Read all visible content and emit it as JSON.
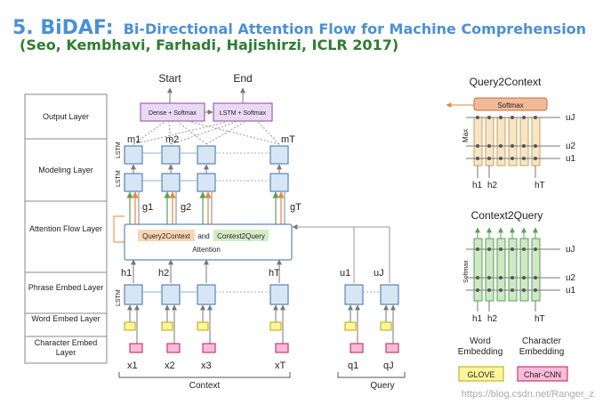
{
  "slide": {
    "title_number": "5. BiDAF:",
    "title_text": "Bi-Directional Attention Flow for Machine Comprehension",
    "authors": "(Seo, Kembhavi, Farhadi, Hajishirzi, ICLR 2017)"
  },
  "layers": [
    "Output Layer",
    "Modeling Layer",
    "Attention Flow Layer",
    "Phrase Embed Layer",
    "Word Embed Layer",
    "Character Embed Layer"
  ],
  "output": {
    "start": "Start",
    "end": "End",
    "dense": "Dense + Softmax",
    "lstm": "LSTM + Softmax"
  },
  "modeling": {
    "m1": "m1",
    "m2": "m2",
    "mT": "mT",
    "lstm": "LSTM"
  },
  "attention": {
    "g1": "g1",
    "g2": "g2",
    "gT": "gT",
    "q2c": "Query2Context",
    "and": "and",
    "c2q": "Context2Query",
    "label": "Attention"
  },
  "phrase": {
    "h1": "h1",
    "h2": "h2",
    "hT": "hT",
    "u1": "u1",
    "uJ": "uJ",
    "lstm": "LSTM"
  },
  "inputs": {
    "x1": "x1",
    "x2": "x2",
    "x3": "x3",
    "xT": "xT",
    "q1": "q1",
    "qJ": "qJ",
    "context": "Context",
    "query": "Query"
  },
  "side": {
    "q2c_title": "Query2Context",
    "softmax": "Softmax",
    "max": "Max",
    "c2q_title": "Context2Query",
    "uJ": "uJ",
    "u2": "u2",
    "u1": "u1",
    "h1": "h1",
    "h2": "h2",
    "hT": "hT"
  },
  "legend": {
    "word": "Word Embedding",
    "char": "Character Embedding",
    "glove": "GLOVE",
    "charcnn": "Char-CNN"
  },
  "watermark": "https://blog.csdn.net/Ranger_z",
  "colors": {
    "title": "#4a90d9",
    "authors": "#2e7d32",
    "lstm_fill": "#d7e6f5",
    "lstm_stroke": "#3f6ea6",
    "output_fill": "#ead9f3",
    "output_stroke": "#8e44ad",
    "softmax_fill": "#f2b99a",
    "glove": "#fff59d",
    "charcnn": "#f8bbd9",
    "q2c_cell": "#f7e6c4",
    "c2q_cell": "#cfe8c5",
    "attn_q2c": "#f7d6b5",
    "attn_c2q": "#d4edc9"
  }
}
